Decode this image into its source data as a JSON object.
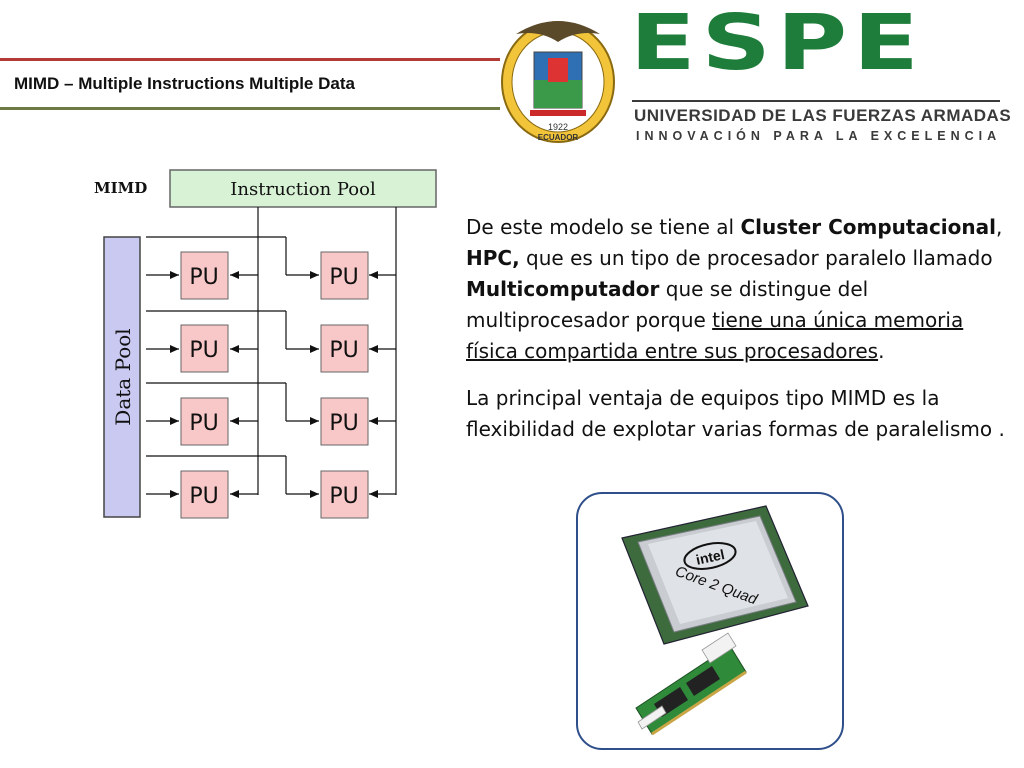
{
  "header": {
    "title": "MIMD – Multiple Instructions Multiple Data"
  },
  "logo": {
    "name": "ESPE",
    "line1": "UNIVERSIDAD DE LAS FUERZAS ARMADAS",
    "line2": "INNOVACIÓN PARA LA EXCELENCIA",
    "seal_year": "1922",
    "seal_country": "ECUADOR",
    "brand_color": "#1e7d3a"
  },
  "diagram": {
    "corner_label": "MIMD",
    "instruction_pool": "Instruction Pool",
    "data_pool": "Data Pool",
    "pu_label": "PU",
    "colors": {
      "instruction_pool": "#d8f2d6",
      "data_pool": "#c9c9f2",
      "pu": "#f8c8c8"
    }
  },
  "content": {
    "p1": {
      "t1": "De este modelo se tiene al ",
      "b1": "Cluster Computacional",
      "t2": ", ",
      "b2": "HPC,",
      "t3": " que es un tipo de procesador paralelo llamado ",
      "b3": "Multicomputador",
      "t4": " que se distingue del multiprocesador porque ",
      "u1": "tiene una única memoria física compartida entre sus procesadores",
      "t5": "."
    },
    "p2": "La principal ventaja de equipos tipo MIMD es la flexibilidad de explotar varias formas de paralelismo ."
  },
  "photo": {
    "chip_brand": "intel",
    "chip_model": "Core 2 Quad",
    "accent": "#2f4f8a"
  }
}
